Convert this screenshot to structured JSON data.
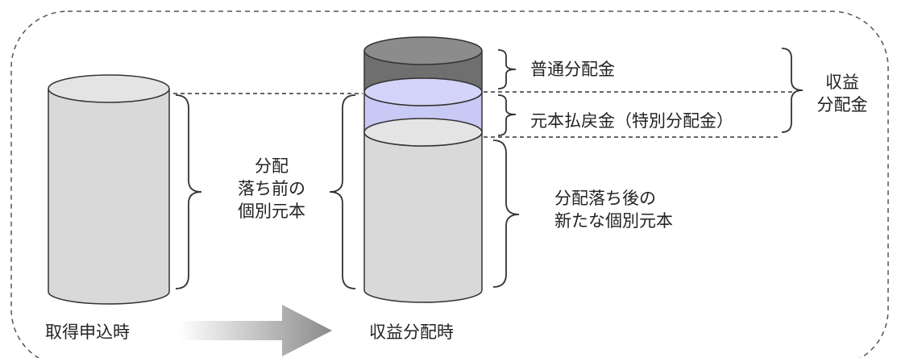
{
  "labels": {
    "before_state": "取得申込時",
    "after_state": "収益分配時",
    "principal_before_lines": [
      "分配",
      "落ち前の",
      "個別元本"
    ],
    "principal_after_lines": [
      "分配落ち後の",
      "新たな個別元本"
    ],
    "ordinary_distribution": "普通分配金",
    "principal_refund": "元本払戻金（特別分配金）",
    "income_distribution_lines": [
      "収益",
      "分配金"
    ]
  },
  "colors": {
    "cylinder_gray": "#d9d9d9",
    "ordinary_segment": "#6f6f6f",
    "refund_segment": "#c9c9f5",
    "outline": "#333333",
    "frame_dash": "#555555"
  },
  "icons": {
    "arrow": "right-arrow-icon"
  }
}
